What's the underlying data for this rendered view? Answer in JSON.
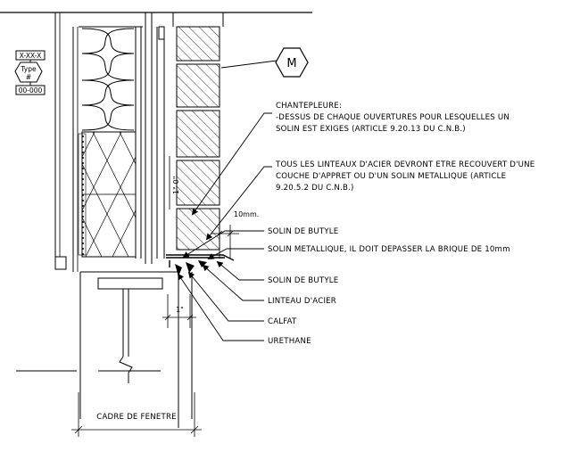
{
  "section_tag": {
    "top": "X-XX-X",
    "mid1": "Type",
    "mid2": "#",
    "bottom": "00-000"
  },
  "material_tag": "M",
  "notes": {
    "chantepleure_1": "CHANTEPLEURE:",
    "chantepleure_2": "-DESSUS DE CHAQUE OUVERTURES POUR LESQUELLES UN",
    "chantepleure_3": "SOLIN EST EXIGES (ARTICLE 9.20.13 DU C.N.B.)",
    "linteaux_1": "TOUS LES LINTEAUX D'ACIER DEVRONT ETRE RECOUVERT D'UNE",
    "linteaux_2": "COUCHE D'APPRET OU D'UN SOLIN METALLIQUE (ARTICLE",
    "linteaux_3": "9.20.5.2  DU C.N.B.)",
    "solin_butyle_1": "SOLIN DE BUTYLE",
    "solin_metallique": "SOLIN METALLIQUE, IL DOIT DEPASSER LA BRIQUE DE 10mm",
    "solin_butyle_2": "SOLIN DE BUTYLE",
    "linteau_acier": "LINTEAU D'ACIER",
    "calfat": "CALFAT",
    "urethane": "URETHANE"
  },
  "dimensions": {
    "ten_mm": "10mm.",
    "one_inch": "1\"",
    "one_inch_vertical": "1\"-0\""
  },
  "cadre_label": "CADRE DE FENETRE"
}
